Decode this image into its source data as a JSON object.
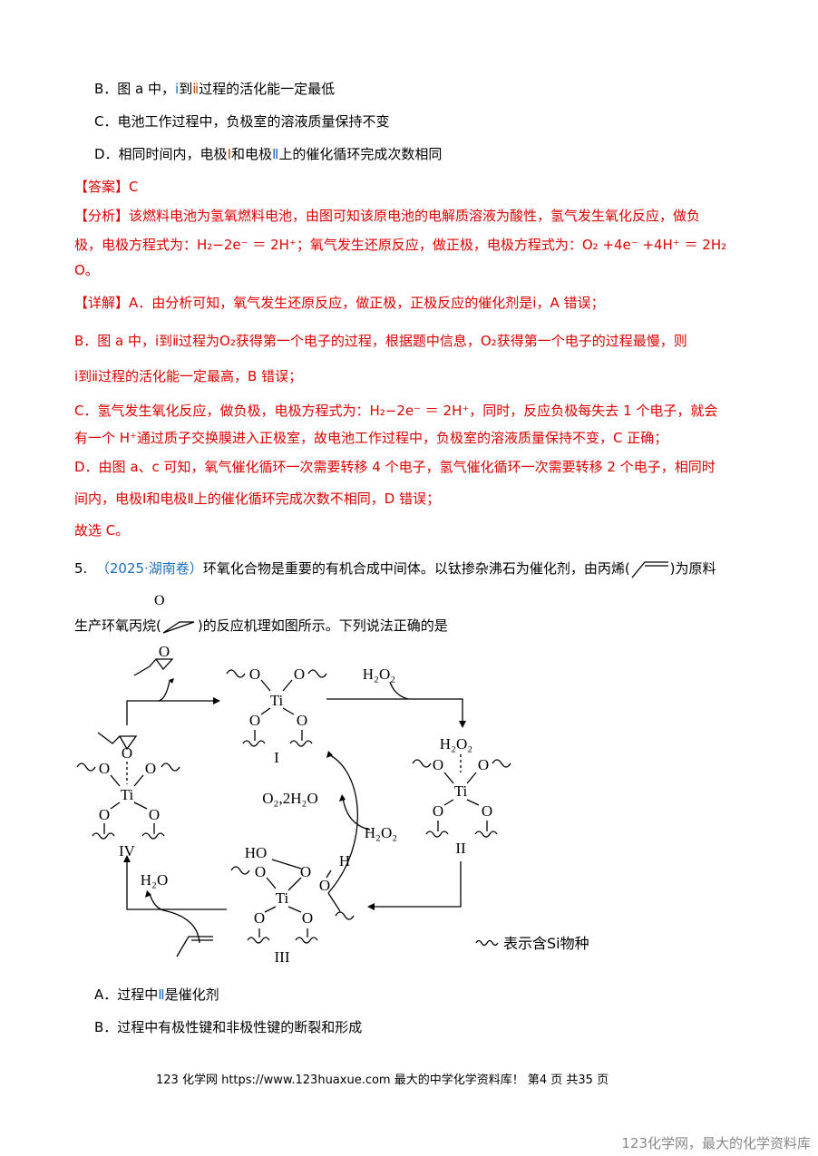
{
  "options_prev": {
    "B": {
      "prefix": "B．图 a 中，",
      "i": "ⅰ",
      "mid": "到",
      "ii": "ⅱ",
      "suffix": "过程的活化能一定最低"
    },
    "C": "C．电池工作过程中，负极室的溶液质量保持不变",
    "D": {
      "prefix": "D．相同时间内，电极",
      "I": "Ⅰ",
      "mid": "和电极",
      "II": "Ⅱ",
      "suffix": "上的催化循环完成次数相同"
    }
  },
  "answer": {
    "label": "【答案】",
    "value": "C"
  },
  "analysis": {
    "label": "【分析】",
    "line1": "该燃料电池为氢氧燃料电池，由图可知该原电池的电解质溶液为酸性，氢气发生氧化反应，做负",
    "line2": "极，电极方程式为：H₂−2e⁻ ＝ 2H⁺；氧气发生还原反应，做正极，电极方程式为：O₂ +4e⁻ +4H⁺ ＝ 2H₂",
    "line3": "O。"
  },
  "detail": {
    "label": "【详解】",
    "A": "A．由分析可知，氧气发生还原反应，做正极，正极反应的催化剂是ⅰ，A 错误；",
    "B1": "B．图 a 中，ⅰ到ⅱ过程为O₂获得第一个电子的过程，根据题中信息，O₂获得第一个电子的过程最慢，则",
    "B2": "ⅰ到ⅱ过程的活化能一定最高，B 错误；",
    "C1": "C．氢气发生氧化反应，做负极，电极方程式为：H₂−2e⁻ ＝ 2H⁺，同时，反应负极每失去 1 个电子，就会",
    "C2": "有一个 H⁺通过质子交换膜进入正极室，故电池工作过程中，负极室的溶液质量保持不变，C 正确；",
    "D1": "D．由图 a、c 可知，氧气催化循环一次需要转移 4 个电子，氢气催化循环一次需要转移 2 个电子，相同时",
    "D2": "间内，电极Ⅰ和电极Ⅱ上的催化循环完成次数不相同，D 错误；",
    "conclusion": "故选 C。"
  },
  "question5": {
    "number": "5.",
    "source": "（2025·湖南卷）",
    "text1": "环氧化合物是重要的有机合成中间体。以钛掺杂沸石为催化剂，由丙烯(",
    "text1b": ")为原料",
    "text2": "生产环氧丙烷(",
    "text2b": ")的反应机理如图所示。下列说法正确的是"
  },
  "diagram": {
    "O": "O",
    "Ti": "Ti",
    "H": "H",
    "HO": "HO",
    "H2O2": "H₂O₂",
    "O2_2H2O": "O₂,2H₂O",
    "H2O": "H₂O",
    "labels": {
      "I": "I",
      "II": "II",
      "III": "III",
      "IV": "IV"
    },
    "legend": "表示含Si物种"
  },
  "options": {
    "A": {
      "prefix": "A．过程中",
      "roman": "Ⅱ",
      "suffix": "是催化剂"
    },
    "B": "B．过程中有极性键和非极性键的断裂和形成"
  },
  "footer": "123 化学网 https://www.123huaxue.com  最大的中学化学资料库！    第4 页  共35 页",
  "watermark": "123化学网，最大的化学资料库"
}
